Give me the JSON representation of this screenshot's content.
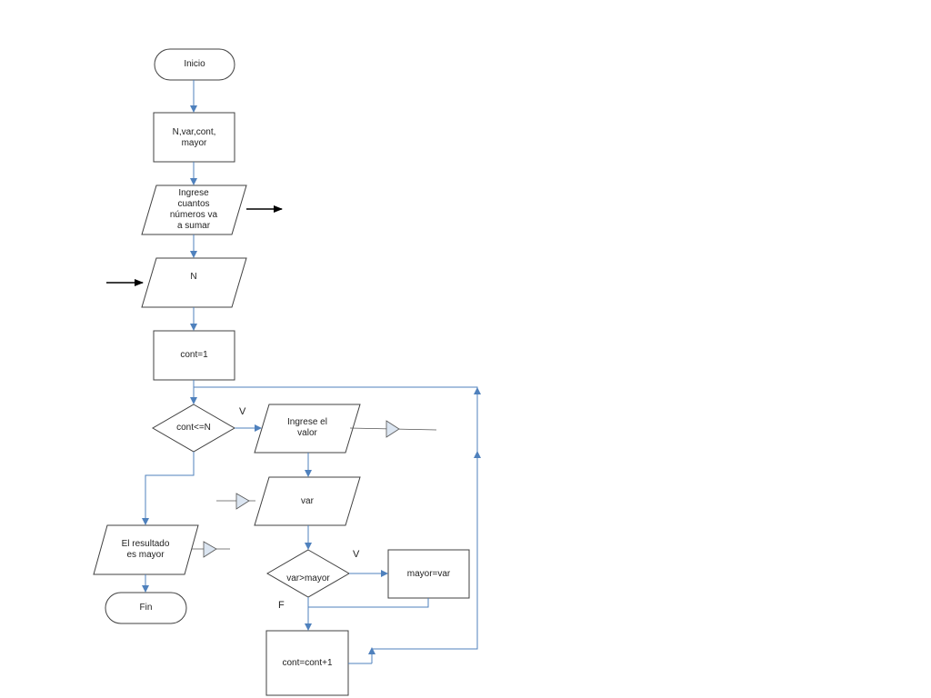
{
  "nodes": {
    "inicio": "Inicio",
    "vars": "N,var,cont,\nmayor",
    "ingrese_cuantos": "Ingrese\ncuantos\nnúmeros va\na sumar",
    "n_input": "N",
    "cont_init": "cont=1",
    "cond_loop": "cont<=N",
    "ingrese_valor": "Ingrese el\n    valor",
    "var_input": "var",
    "cond_mayor": "var>mayor",
    "assign_mayor": "mayor=var",
    "increment": "cont=cont+1",
    "resultado": "El resultado\nes mayor",
    "fin": "Fin"
  },
  "labels": {
    "v_loop": "V",
    "v_mayor": "V",
    "f_mayor": "F"
  },
  "colors": {
    "shape_stroke": "#404040",
    "connector": "#4f81bd",
    "io_arrow": "#000000"
  }
}
